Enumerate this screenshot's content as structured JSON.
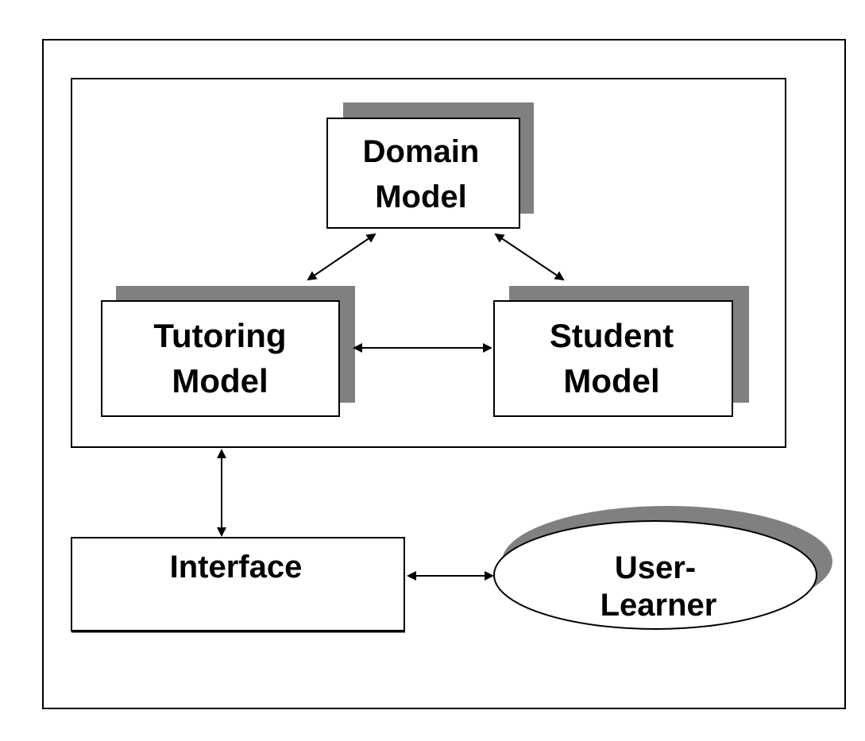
{
  "nodes": {
    "domain_model": {
      "line1": "Domain",
      "line2": "Model"
    },
    "tutoring_model": {
      "line1": "Tutoring",
      "line2": "Model"
    },
    "student_model": {
      "line1": "Student",
      "line2": "Model"
    },
    "interface": {
      "label": "Interface"
    },
    "user_learner": {
      "line1": "User-",
      "line2": "Learner"
    }
  },
  "colors": {
    "border": "#000000",
    "shadow": "#808080",
    "box_fill": "#ffffff"
  }
}
